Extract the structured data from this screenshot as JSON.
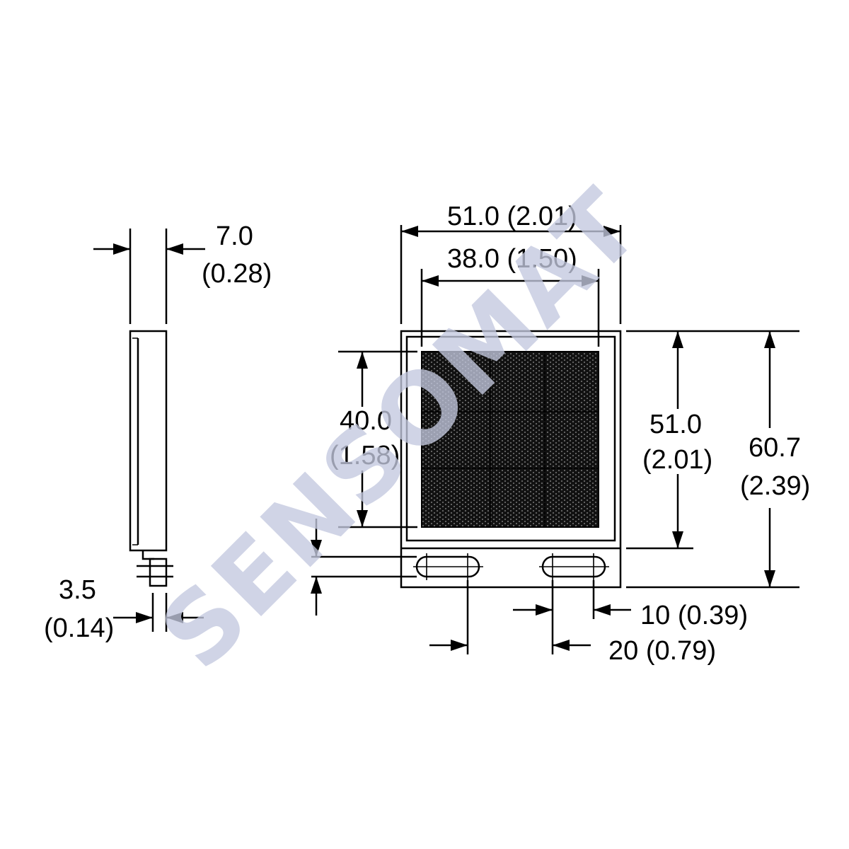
{
  "watermark": "SENSOMAT",
  "colors": {
    "line": "#000000",
    "watermark": "#c4c9df",
    "background": "#ffffff"
  },
  "dimensions": {
    "side_thickness": {
      "mm": "7.0",
      "inch": "(0.28)"
    },
    "side_tab": {
      "mm": "3.5",
      "inch": "(0.14)"
    },
    "overall_width": "51.0 (2.01)",
    "reflector_width": "38.0 (1.50)",
    "reflector_height": {
      "mm": "40.0",
      "inch": "(1.58)"
    },
    "body_height": {
      "mm": "51.0",
      "inch": "(2.01)"
    },
    "overall_height": {
      "mm": "60.7",
      "inch": "(2.39)"
    },
    "slot_width": "10 (0.39)",
    "slot_pitch": "20 (0.79)"
  }
}
